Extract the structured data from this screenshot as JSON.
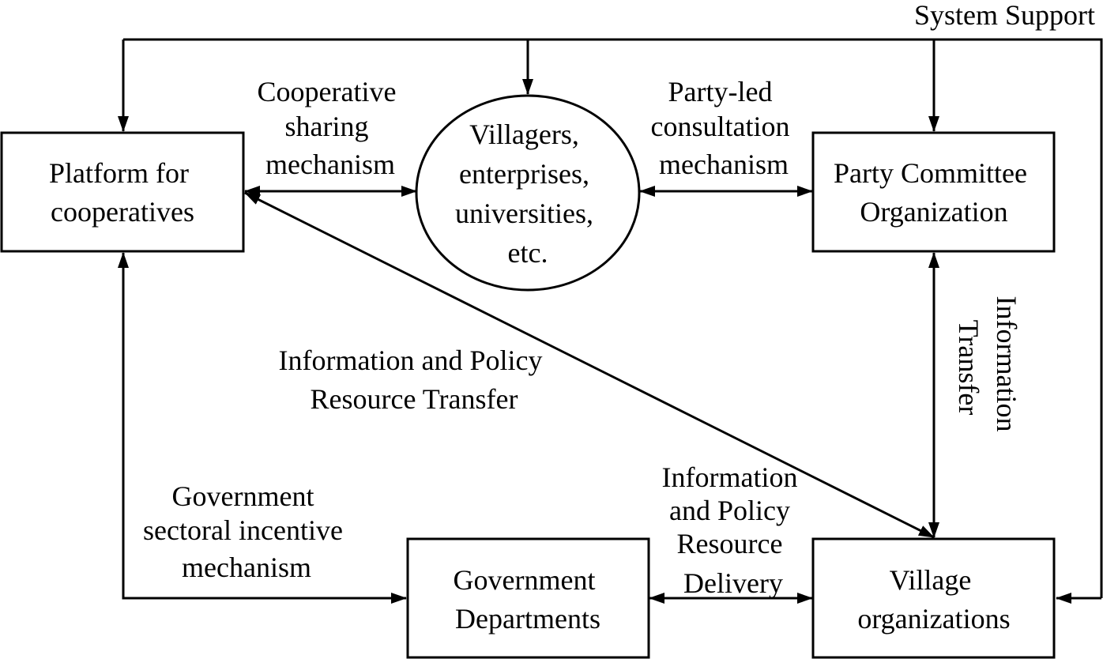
{
  "nodes": {
    "platform": {
      "lines": [
        "Platform for",
        "cooperatives"
      ]
    },
    "villagers": {
      "lines": [
        "Villagers,",
        "enterprises,",
        "universities,",
        "etc."
      ]
    },
    "party": {
      "lines": [
        "Party Committee",
        "Organization"
      ]
    },
    "government": {
      "lines": [
        "Government",
        "Departments"
      ]
    },
    "village": {
      "lines": [
        "Village",
        "organizations"
      ]
    }
  },
  "edges": {
    "system_support": "System Support",
    "cooperative_sharing": [
      "Cooperative",
      "sharing",
      "mechanism"
    ],
    "party_led": [
      "Party-led",
      "consultation",
      "mechanism"
    ],
    "info_policy_transfer": [
      "Information and Policy",
      "Resource Transfer"
    ],
    "info_transfer": [
      "Information",
      "Transfer"
    ],
    "gov_incentive": [
      "Government",
      "sectoral incentive",
      "mechanism"
    ],
    "info_policy_delivery": [
      "Information",
      "and Policy",
      "Resource",
      "Delivery"
    ]
  },
  "colors": {
    "stroke": "#000000",
    "background": "#ffffff"
  }
}
